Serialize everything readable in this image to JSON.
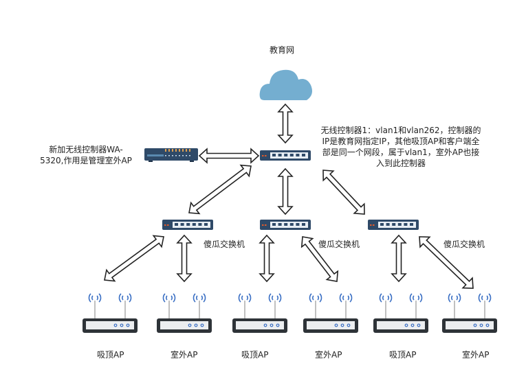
{
  "cloud_label": "教育网",
  "controller1_note": [
    "无线控制器1：vlan1和vlan262，控制器的",
    "IP是教育网指定IP，其他吸顶AP和客户端全",
    "部是同一个网段，属于vlan1，室外AP也接",
    "入到此控制器"
  ],
  "controller2_note": [
    "新加无线控制器WA-",
    "5320,作用是管理室外AP"
  ],
  "switch_labels": [
    "傻瓜交换机",
    "傻瓜交换机",
    "傻瓜交换机"
  ],
  "ap_labels": [
    "吸顶AP",
    "室外AP",
    "吸顶AP",
    "室外AP",
    "吸顶AP",
    "室外AP"
  ],
  "colors": {
    "cloud": "#74aed0",
    "device": "#2f4a68",
    "wifi": "#3a6fc4",
    "ports": "#e8eef4"
  }
}
